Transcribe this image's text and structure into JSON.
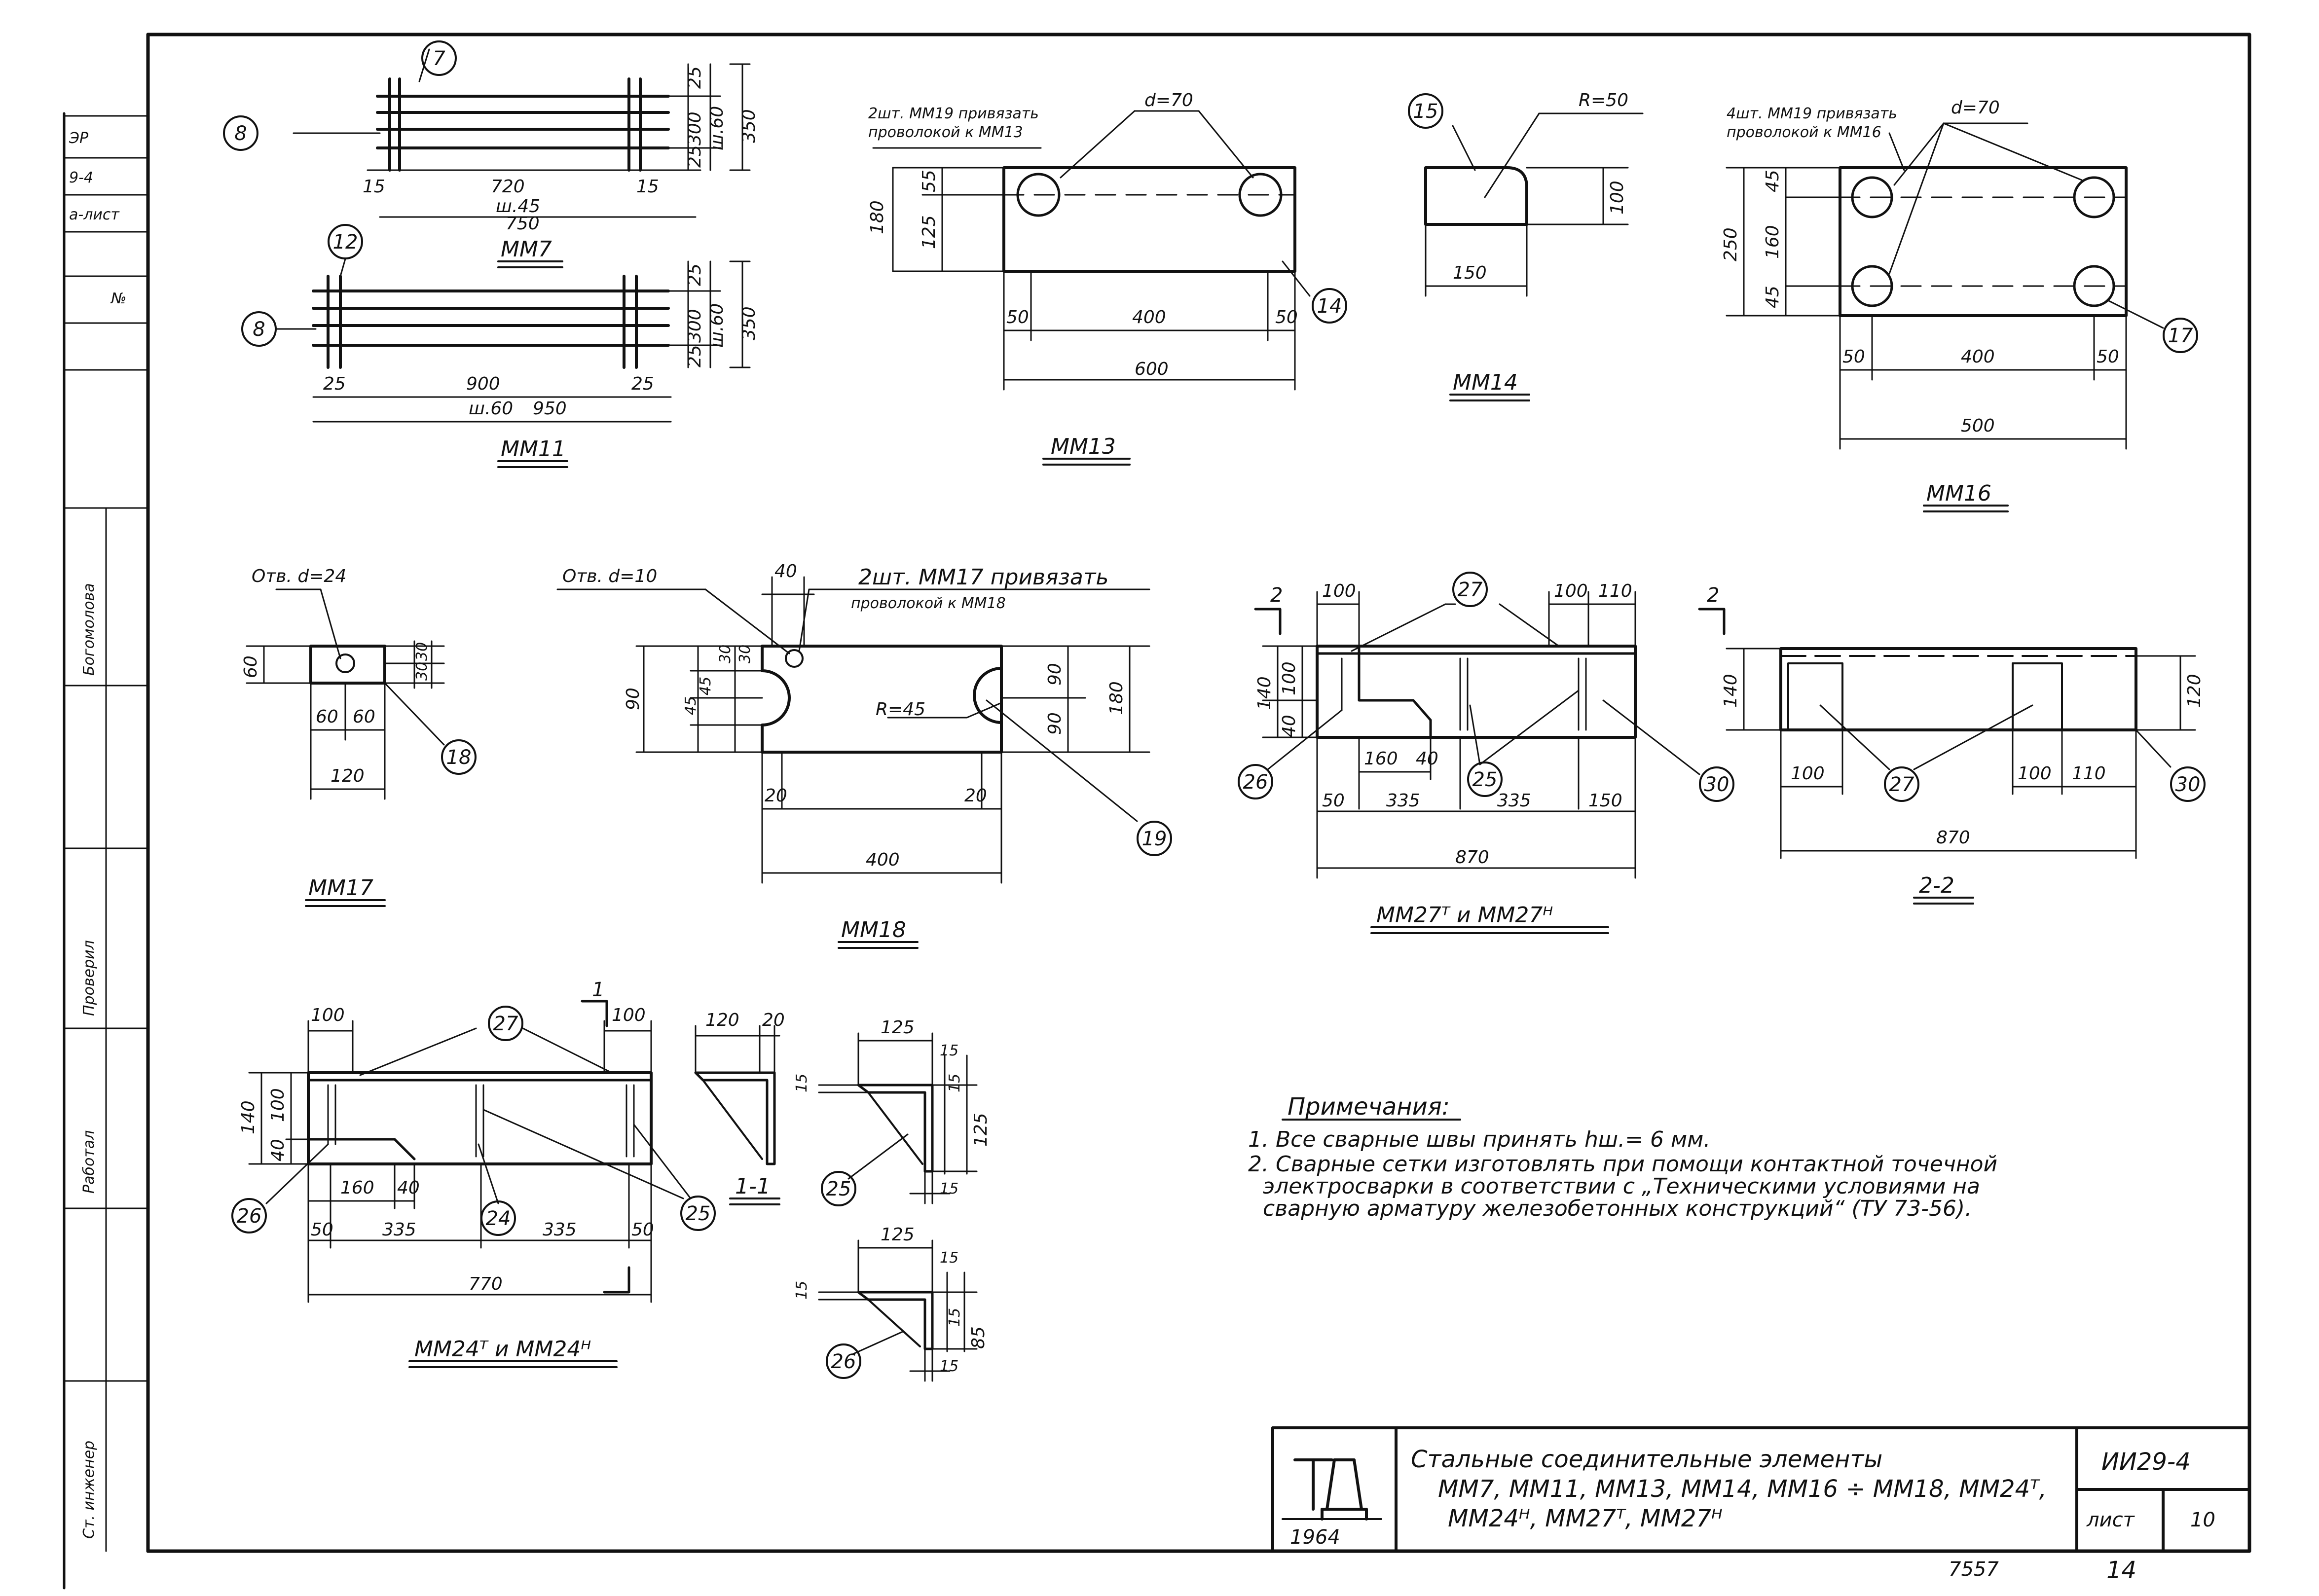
{
  "sheet": {
    "left_margin": {
      "code_a": "ЭР",
      "code_b": "9-4",
      "code_c": "а-лист",
      "code_d": "№",
      "name": "Богомолова",
      "role_checked": "Проверил",
      "role_worked": "Работал",
      "role_engineer": "Ст. инженер"
    },
    "parts": {
      "mm7": {
        "caption": "ММ7",
        "callout_a": "7",
        "callout_b": "8",
        "d_15a": "15",
        "d_720": "720",
        "d_15b": "15",
        "d_sh": "ш.45",
        "d_750": "750",
        "d_25a": "25",
        "d_300": "300",
        "d_sh60": "ш.60",
        "d_350": "350",
        "d_25b": "25"
      },
      "mm11": {
        "caption": "ММ11",
        "callout_a": "12",
        "callout_b": "8",
        "d_25a": "25",
        "d_900": "900",
        "d_25b": "25",
        "d_sh": "ш.60",
        "d_950": "950",
        "d_25c": "25",
        "d_300": "300",
        "d_sh60": "ш.60",
        "d_350": "350",
        "d_25d": "25"
      },
      "mm13": {
        "caption": "ММ13",
        "note": "2шт. ММ19 привязать проволокой к ММ13",
        "hole": "d=70",
        "callout": "14",
        "d_180": "180",
        "d_55": "55",
        "d_125": "125",
        "d_50a": "50",
        "d_400": "400",
        "d_50b": "50",
        "d_600": "600"
      },
      "mm14": {
        "caption": "ММ14",
        "callout": "15",
        "radius": "R=50",
        "d_100": "100",
        "d_150": "150"
      },
      "mm16": {
        "caption": "ММ16",
        "note": "4шт. ММ19 привязать проволокой к ММ16",
        "hole": "d=70",
        "callout": "17",
        "d_250": "250",
        "d_45a": "45",
        "d_160": "160",
        "d_45b": "45",
        "d_50a": "50",
        "d_400": "400",
        "d_50b": "50",
        "d_500": "500"
      },
      "mm17": {
        "caption": "ММ17",
        "hole": "Отв. d=24",
        "callout": "18",
        "d_60h": "60",
        "d_30a": "30",
        "d_30b": "30",
        "d_60a": "60",
        "d_60b": "60",
        "d_120": "120"
      },
      "mm18": {
        "caption": "ММ18",
        "hole": "Отв. d=10",
        "note": "2шт. ММ17 привязать проволокой к ММ18",
        "radius": "R=45",
        "callout": "19",
        "d_40": "40",
        "d_30a": "30",
        "d_30b": "30",
        "d_90a": "90",
        "d_45a": "45",
        "d_45b": "45",
        "d_90b": "90",
        "d_90c": "90",
        "d_180": "180",
        "d_20a": "20",
        "d_20b": "20",
        "d_400": "400"
      },
      "mm27": {
        "caption": "ММ27ᵀ и ММ27ᴴ",
        "cut_mark": "2",
        "callout_27": "27",
        "callout_26": "26",
        "callout_25": "25",
        "callout_30": "30",
        "d_100a": "100",
        "d_100b": "100",
        "d_110": "110",
        "d_140": "140",
        "d_40": "40",
        "d_100c": "100",
        "d_160": "160",
        "d_40b": "40",
        "d_50": "50",
        "d_335a": "335",
        "d_335b": "335",
        "d_150": "150",
        "d_870": "870"
      },
      "sec22": {
        "caption": "2-2",
        "cut_mark": "2",
        "callout_27": "27",
        "callout_30": "30",
        "d_140": "140",
        "d_120": "120",
        "d_100a": "100",
        "d_100b": "100",
        "d_110": "110",
        "d_870": "870"
      },
      "mm24": {
        "caption": "ММ24ᵀ и ММ24ᴴ",
        "cut_mark": "1",
        "callout_27": "27",
        "callout_26": "26",
        "callout_24": "24",
        "callout_25": "25",
        "d_100a": "100",
        "d_100b": "100",
        "d_140": "140",
        "d_40": "40",
        "d_100c": "100",
        "d_160": "160",
        "d_40b": "40",
        "d_50a": "50",
        "d_335a": "335",
        "d_335b": "335",
        "d_50b": "50",
        "d_770": "770"
      },
      "sec11": {
        "caption": "1-1",
        "d_120": "120",
        "d_20": "20"
      },
      "g25": {
        "callout": "25",
        "d_125": "125",
        "d_15a": "15",
        "d_15b": "15",
        "d_15c": "15",
        "d_125v": "125",
        "d_15d": "15"
      },
      "g26": {
        "callout": "26",
        "d_125": "125",
        "d_15a": "15",
        "d_15b": "15",
        "d_15c": "15",
        "d_85": "85",
        "d_15d": "15"
      }
    },
    "notes": {
      "title": "Примечания:",
      "n1": "1. Все сварные швы принять hш.= 6 мм.",
      "n2a": "2. Сварные сетки изготовлять при помощи контактной точечной",
      "n2b": "электросварки в соответствии с „Техническими условиями на",
      "n2c": "сварную арматуру железобетонных конструкций“ (ТУ 73-56)."
    },
    "title_block": {
      "logo": "ТД",
      "year": "1964",
      "line1": "Стальные соединительные элементы",
      "line2": "ММ7, ММ11, ММ13, ММ14, ММ16 ÷ ММ18, ММ24ᵀ,",
      "line3": "ММ24ᴴ, ММ27ᵀ, ММ27ᴴ",
      "code": "ИИ29-4",
      "sheet_label": "лист",
      "sheet_no": "10"
    },
    "footer": {
      "number": "7557",
      "page": "14"
    }
  }
}
